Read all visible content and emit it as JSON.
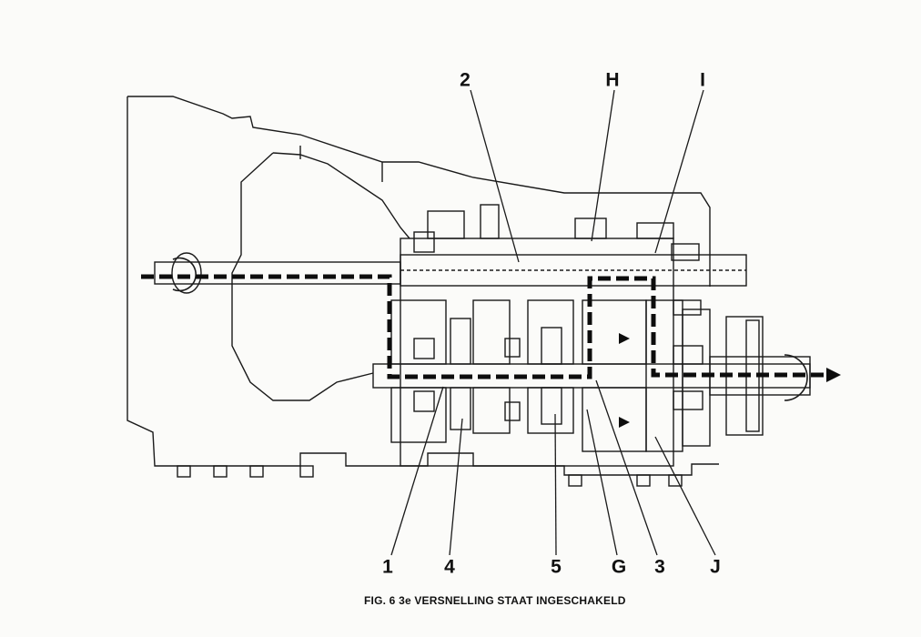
{
  "figure": {
    "caption": "FIG. 6  3e VERSNELLING STAAT INGESCHAKELD",
    "callouts": {
      "c2": "2",
      "cH": "H",
      "cI": "I",
      "c1": "1",
      "c4": "4",
      "c5": "5",
      "cG": "G",
      "c3": "3",
      "cJ": "J"
    }
  }
}
